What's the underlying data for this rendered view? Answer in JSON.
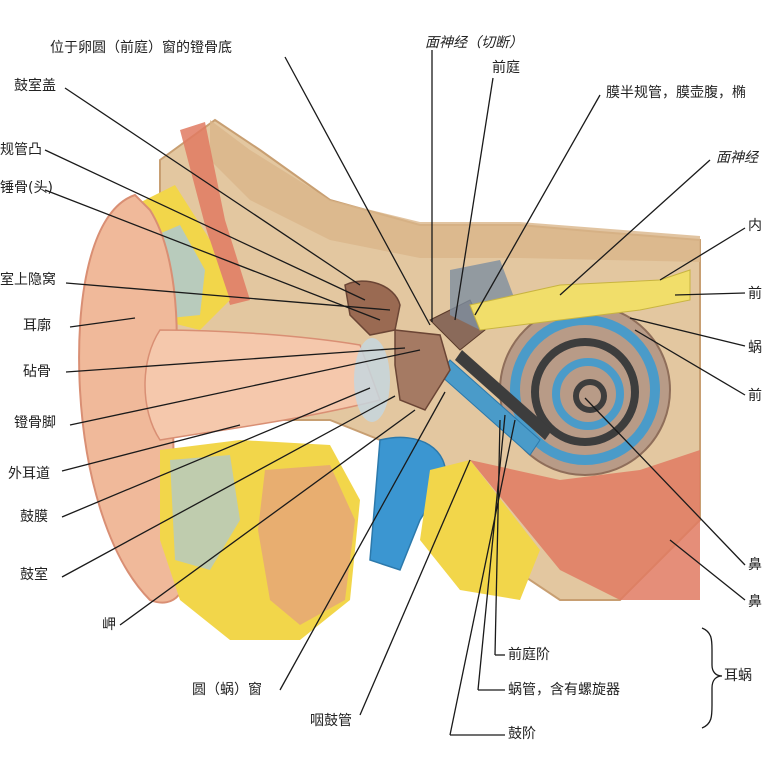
{
  "figure": {
    "labels": {
      "oval_window_stapes_base": "位于卵圆（前庭）窗的镫骨底",
      "facial_nerve_cut": "面神经（切断）",
      "vestibule": "前庭",
      "semicircular_ducts": "膜半规管，膜壶腹，椭",
      "tegmen_tympani": "鼓室盖",
      "canal_prominence": "规管凸",
      "malleus_head": "锤骨(头)",
      "facial_nerve_right": "面神经",
      "internal_right": "内",
      "epitympanic_recess": "室上隐窝",
      "front_1": "前",
      "auricle": "耳廓",
      "cochlear_right": "蜗",
      "incus": "砧骨",
      "front_2": "前",
      "stapes_crus": "镫骨脚",
      "external_canal": "外耳道",
      "tympanic_membrane": "鼓膜",
      "tympanic_cavity": "鼓室",
      "nasal_1": "鼻",
      "nasal_2": "鼻",
      "promontory": "岬",
      "scala_vestibuli": "前庭阶",
      "cochlea_bracket": "耳蜗",
      "round_window": "圆（蜗）窗",
      "cochlear_duct": "蜗管，含有螺旋器",
      "eustachian_tube": "咽鼓管",
      "scala_tympani": "鼓阶"
    },
    "colors": {
      "skin": "#f0b99a",
      "skin_dark": "#d98f74",
      "bone": "#e3c7a0",
      "bone_dark": "#c89f72",
      "fat": "#f2d64a",
      "air_blue": "#a9c8d8",
      "vein_blue": "#3b96d1",
      "cochlea_blue": "#4a9bc9",
      "ossicle": "#9a6a52",
      "nerve": "#f1de6a",
      "muscle": "#e07a62",
      "leader": "#1a1a1a"
    }
  }
}
